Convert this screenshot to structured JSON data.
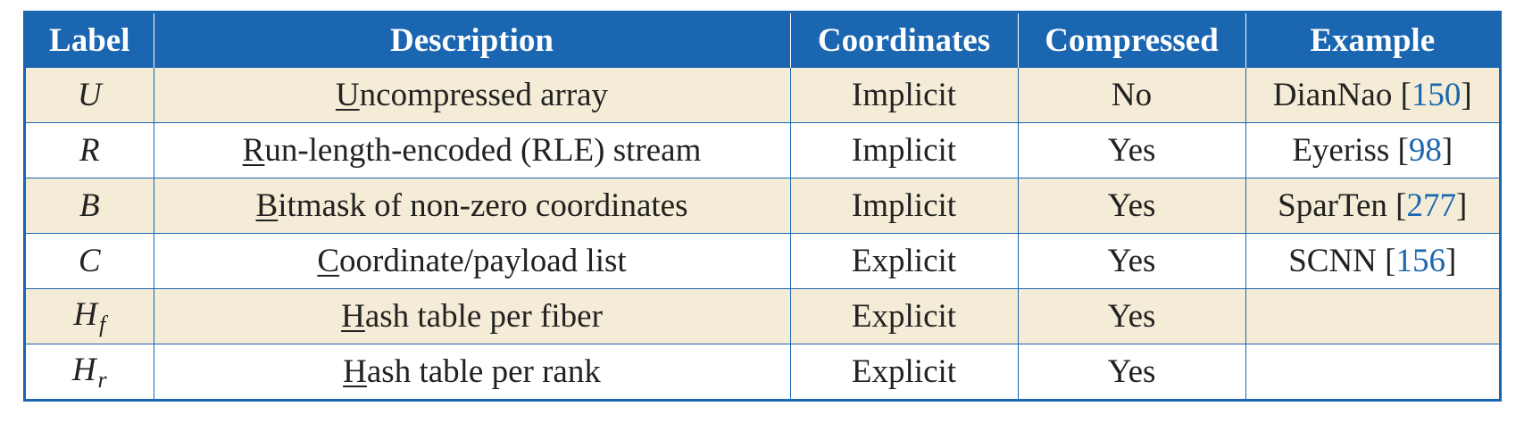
{
  "table": {
    "headers": [
      "Label",
      "Description",
      "Coordinates",
      "Compressed",
      "Example"
    ],
    "rows": [
      {
        "label_main": "U",
        "label_sub": "",
        "desc_first": "U",
        "desc_rest": "ncompressed array",
        "coordinates": "Implicit",
        "compressed": "No",
        "example_name": "DianNao",
        "example_ref": "150"
      },
      {
        "label_main": "R",
        "label_sub": "",
        "desc_first": "R",
        "desc_rest": "un-length-encoded (RLE) stream",
        "coordinates": "Implicit",
        "compressed": "Yes",
        "example_name": "Eyeriss",
        "example_ref": "98"
      },
      {
        "label_main": "B",
        "label_sub": "",
        "desc_first": "B",
        "desc_rest": "itmask of non-zero coordinates",
        "coordinates": "Implicit",
        "compressed": "Yes",
        "example_name": "SparTen",
        "example_ref": "277"
      },
      {
        "label_main": "C",
        "label_sub": "",
        "desc_first": "C",
        "desc_rest": "oordinate/payload list",
        "coordinates": "Explicit",
        "compressed": "Yes",
        "example_name": "SCNN",
        "example_ref": "156"
      },
      {
        "label_main": "H",
        "label_sub": "f",
        "desc_first": "H",
        "desc_rest": "ash table per fiber",
        "coordinates": "Explicit",
        "compressed": "Yes",
        "example_name": "",
        "example_ref": ""
      },
      {
        "label_main": "H",
        "label_sub": "r",
        "desc_first": "H",
        "desc_rest": "ash table per rank",
        "coordinates": "Explicit",
        "compressed": "Yes",
        "example_name": "",
        "example_ref": ""
      }
    ]
  },
  "colors": {
    "header_bg": "#1a66b0",
    "shaded_row": "#f4ecd6",
    "reference_link": "#1a66b0"
  }
}
